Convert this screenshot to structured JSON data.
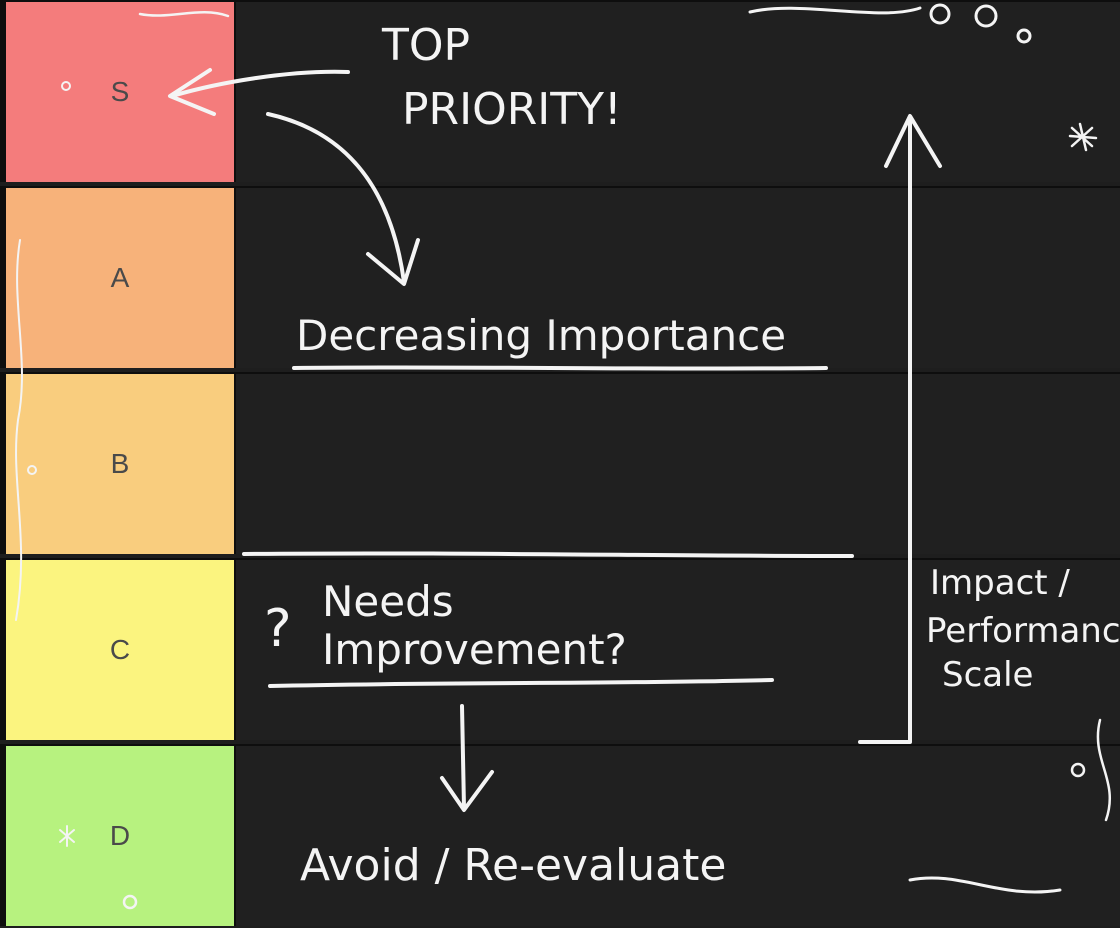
{
  "tiers": [
    {
      "label": "S",
      "color": "#f47c7c"
    },
    {
      "label": "A",
      "color": "#f7b27a"
    },
    {
      "label": "B",
      "color": "#f9cd7e"
    },
    {
      "label": "C",
      "color": "#fbf47f"
    },
    {
      "label": "D",
      "color": "#b7f27f"
    }
  ],
  "annotations": {
    "top_priority_line1": "TOP",
    "top_priority_line2": "PRIORITY!",
    "decreasing": "Decreasing Importance",
    "needs_line1": "Needs",
    "needs_line2": "Improvement?",
    "needs_prefix": "?",
    "avoid": "Avoid / Re-evaluate",
    "scale_line1": "Impact /",
    "scale_line2": "Performanc",
    "scale_line3": "Scale"
  },
  "colors": {
    "background": "#1e1e1e",
    "chalk": "#f4f4f4",
    "divider": "#0e0e0e"
  }
}
